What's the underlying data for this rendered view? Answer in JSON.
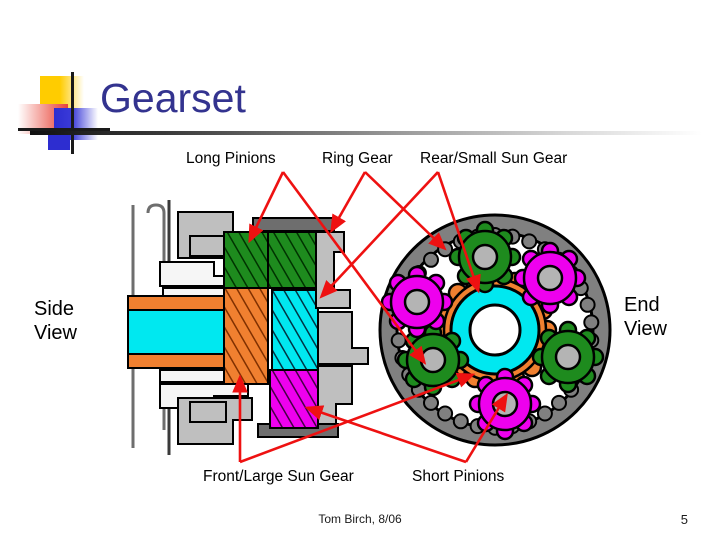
{
  "slide": {
    "title": "Gearset",
    "page_number": "5",
    "credit": "Tom Birch, 8/06"
  },
  "labels": {
    "long_pinions": "Long Pinions",
    "ring_gear": "Ring Gear",
    "rear_small_sun_gear": "Rear/Small Sun Gear",
    "front_large_sun_gear": "Front/Large Sun Gear",
    "short_pinions": "Short Pinions"
  },
  "views": {
    "side_line1": "Side",
    "side_line2": "View",
    "end_line1": "End",
    "end_line2": "View"
  },
  "colors": {
    "title_blue": "#33338F",
    "arrow_red": "#EE1111",
    "long_pinion_orange": "#F08030",
    "rear_sun_cyan": "#00E8F0",
    "front_sun_orange": "#F08030",
    "short_pinion_magenta": "#EE00EE",
    "ring_gear_gray": "#808080",
    "green_gear": "#1E8B1E",
    "hub_gray": "#B4B4B4",
    "housing_gray": "#BFBFBF",
    "logo_yellow": "#FFCC00",
    "logo_red": "#E8413C",
    "logo_blue": "#2D2DD0"
  },
  "end_view": {
    "ring_gear_teeth": 34,
    "planet_gears": [
      {
        "name": "short-pinion-upper-left",
        "color": "magenta"
      },
      {
        "name": "long-pinion-upper",
        "color": "green"
      },
      {
        "name": "short-pinion-upper-right",
        "color": "magenta"
      },
      {
        "name": "long-pinion-right",
        "color": "green"
      },
      {
        "name": "short-pinion-lower",
        "color": "magenta"
      },
      {
        "name": "long-pinion-left",
        "color": "green"
      }
    ],
    "center_sun_color": "#00E8F0",
    "center_ring_color": "#F08030"
  },
  "side_view": {
    "blocks": [
      {
        "name": "rear-small-sun-gear-upper",
        "color": "#1E8B1E"
      },
      {
        "name": "long-pinion",
        "color": "#F08030"
      },
      {
        "name": "rear-sun-shaft",
        "color": "#00E8F0"
      },
      {
        "name": "short-pinion",
        "color": "#EE00EE"
      }
    ]
  }
}
